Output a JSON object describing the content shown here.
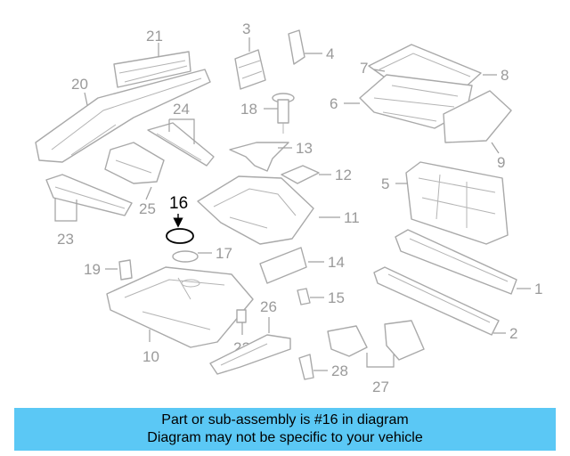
{
  "diagram": {
    "highlighted_part": "16",
    "callouts": [
      "1",
      "2",
      "3",
      "4",
      "5",
      "6",
      "7",
      "8",
      "9",
      "10",
      "11",
      "12",
      "13",
      "14",
      "15",
      "16",
      "17",
      "18",
      "19",
      "20",
      "21",
      "22",
      "23",
      "24",
      "25",
      "26",
      "27",
      "28"
    ]
  },
  "footer": {
    "line1": "Part or sub-assembly is #16 in diagram",
    "line2": "Diagram may not be specific to your vehicle",
    "background_color": "#5bc8f5"
  },
  "colors": {
    "line_art": "#a9a9a9",
    "highlight": "#000000"
  }
}
